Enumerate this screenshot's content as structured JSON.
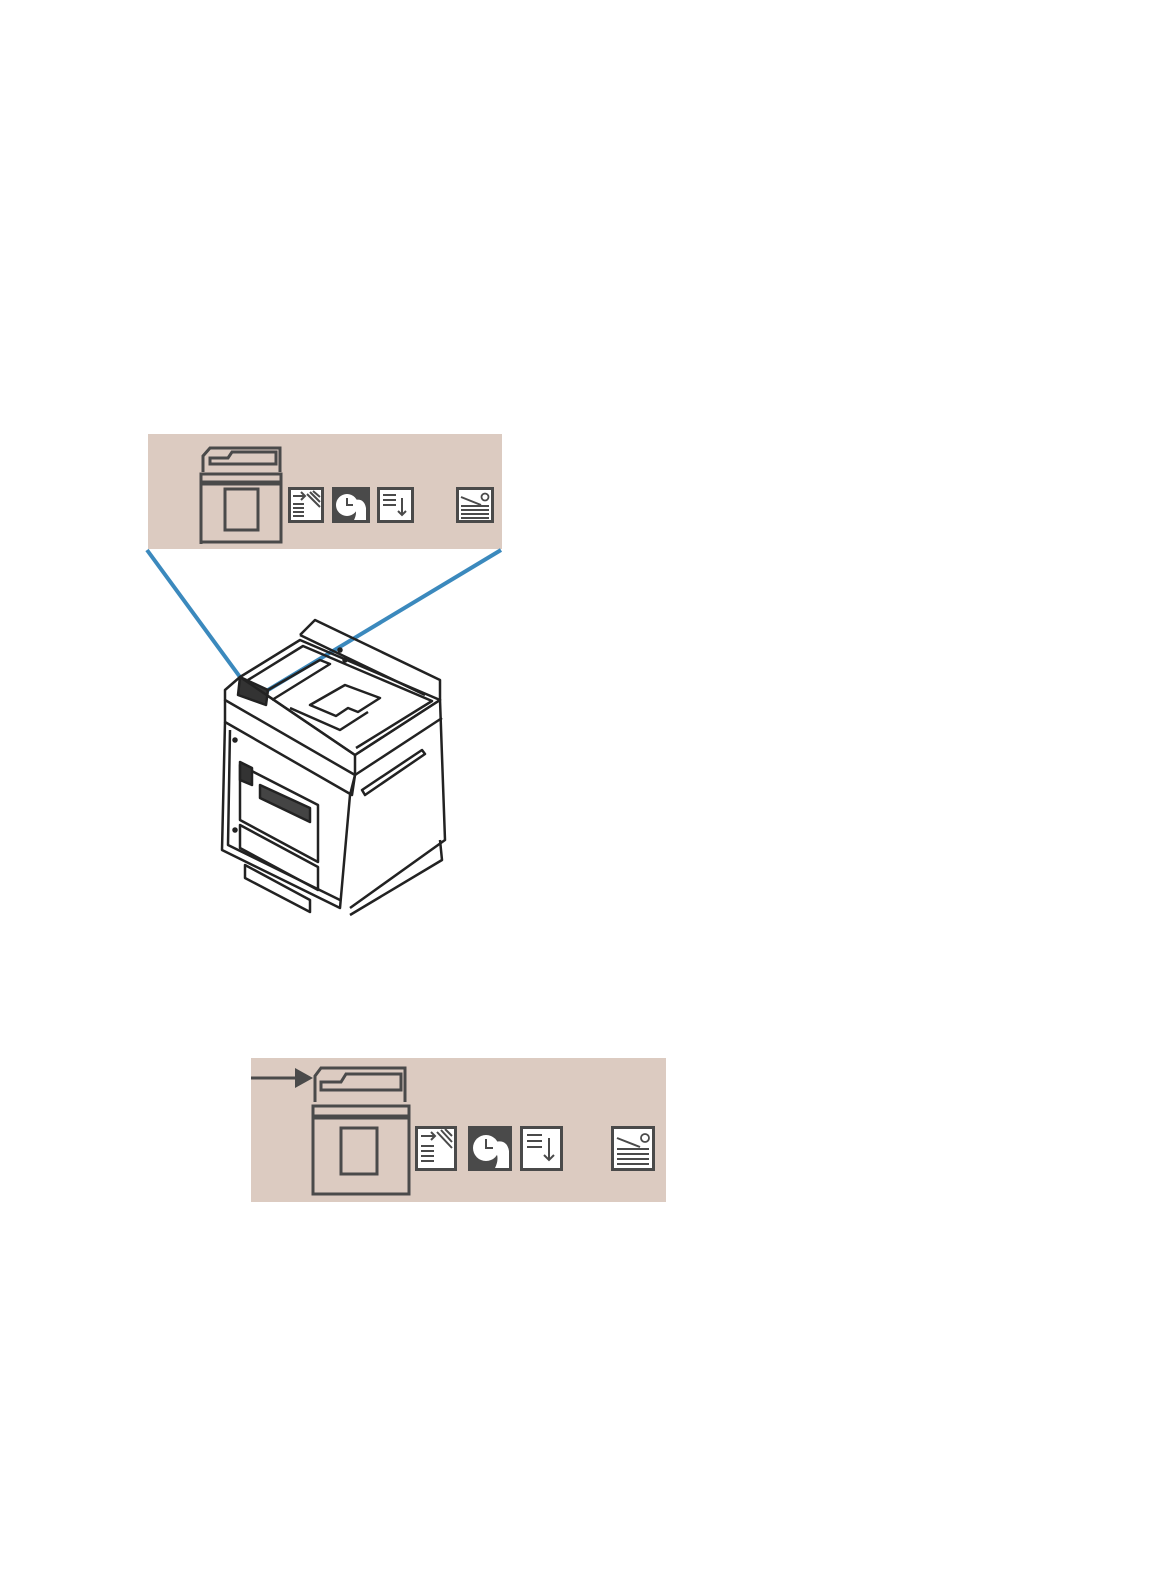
{
  "colors": {
    "panel_background": "#dccbc1",
    "icon_dark": "#4a4a4a",
    "icon_light": "#ffffff",
    "callout_line": "#3b89bd",
    "machine_line": "#222222"
  },
  "panels": [
    {
      "id": "detail-panel-top",
      "icons": [
        "finisher-outline-icon",
        "paper-output-icon",
        "timer-user-icon",
        "stack-down-icon",
        "tray-level-icon"
      ]
    },
    {
      "id": "detail-panel-bottom",
      "icons": [
        "pointer-arrow-icon",
        "finisher-outline-icon",
        "paper-output-icon",
        "timer-user-icon",
        "stack-down-icon",
        "tray-level-icon"
      ]
    }
  ],
  "machine": {
    "icon": "finisher-machine-illustration"
  }
}
